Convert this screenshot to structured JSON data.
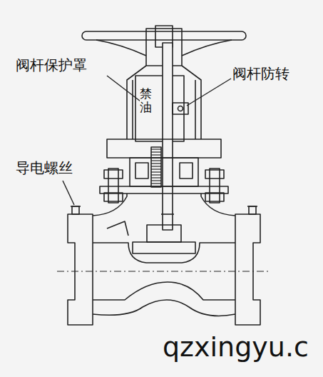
{
  "diagram": {
    "labels": [
      "阀杆保护罩",
      "阀杆防转",
      "禁油",
      "导电螺丝",
      "qzxingyu.c"
    ]
  }
}
